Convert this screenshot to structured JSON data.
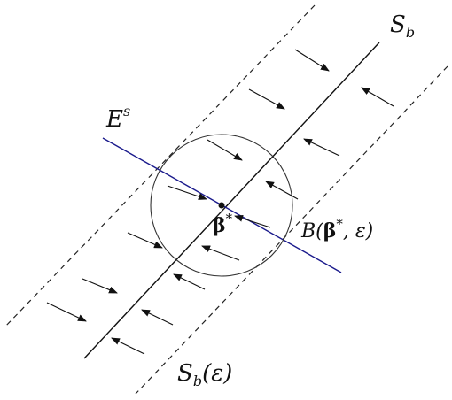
{
  "labels": {
    "manifold": "S",
    "manifold_sub": "b",
    "stable": "E",
    "stable_sup": "s",
    "point": "β",
    "point_sup": "*",
    "ball_pre": "B(",
    "ball_beta": "β",
    "ball_sup": "*",
    "ball_post": ", ε)",
    "band_pre": "S",
    "band_sub": "b",
    "band_post": "(ε)"
  },
  "colors": {
    "line": "#111111",
    "stable": "#1a1a8c",
    "dashed": "#222222"
  }
}
